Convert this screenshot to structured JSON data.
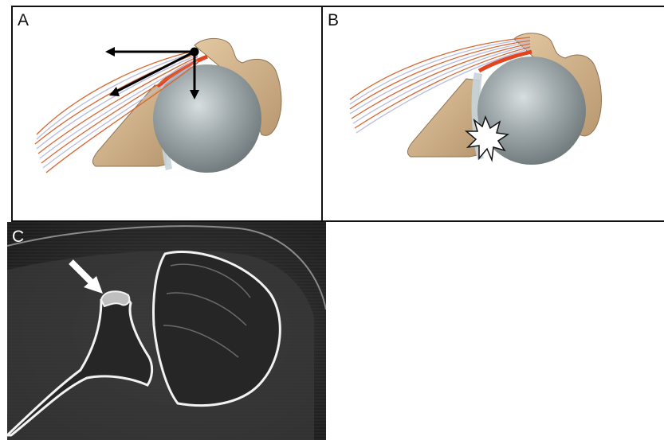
{
  "panels": {
    "a": {
      "label": "A"
    },
    "b": {
      "label": "B"
    },
    "c": {
      "label": "C"
    }
  },
  "colors": {
    "bone": "#d8bd97",
    "bone_dark": "#a98b66",
    "humeral_head": "#8e999b",
    "tendon_red": "#e0451f",
    "fiber_orange": "#d8662f",
    "fiber_blue": "#b8bde0",
    "ct_background": "#2f2f2f",
    "ct_bone_edge": "#f2f2f2"
  },
  "icons": {
    "force_arrows": "arrow-icon",
    "impingement": "starburst-icon",
    "pointer": "arrow-icon"
  }
}
